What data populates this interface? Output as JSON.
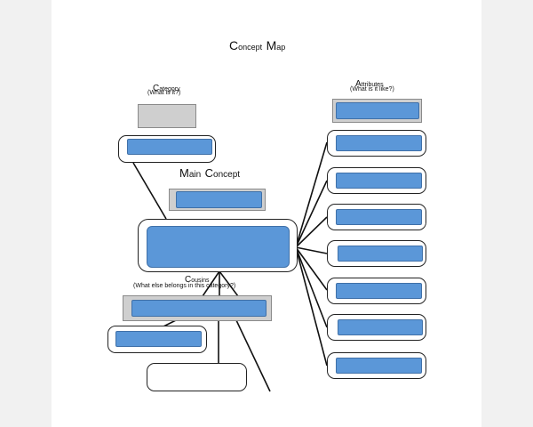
{
  "title": {
    "a": "C",
    "b": "oncept",
    "c": "M",
    "d": "ap"
  },
  "category": {
    "a": "C",
    "b": "ategory",
    "note": "(What is it?)"
  },
  "main_concept": {
    "a": "M",
    "b": "ain",
    "c": "C",
    "d": "oncept"
  },
  "attributes": {
    "a": "A",
    "b": "ttributes",
    "note": "(What is it like?)"
  },
  "cousins": {
    "a": "C",
    "b": "ousins",
    "note": "(What else belongs in this category?)"
  },
  "colors": {
    "blue_fill": "#5b97d8",
    "gray_fill": "#cfcfcf",
    "outline": "#222222"
  }
}
